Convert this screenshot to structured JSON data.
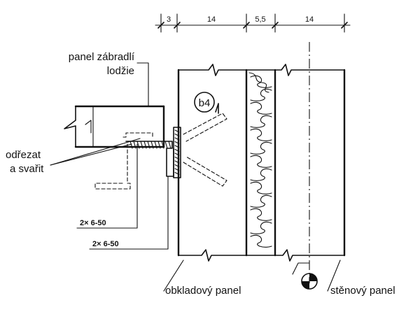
{
  "dimensions": [
    "3",
    "14",
    "5,5",
    "14"
  ],
  "labels": {
    "railing_panel_line1": "panel zábradlí",
    "railing_panel_line2": "lodžie",
    "cut_weld_line1": "odřezat",
    "cut_weld_line2": "a svařit",
    "cladding_panel": "obkladový panel",
    "wall_panel": "stěnový panel",
    "detail_ref": "b4"
  },
  "welds": {
    "weld_upper": "2× 6-50",
    "weld_lower": "2× 6-50"
  }
}
